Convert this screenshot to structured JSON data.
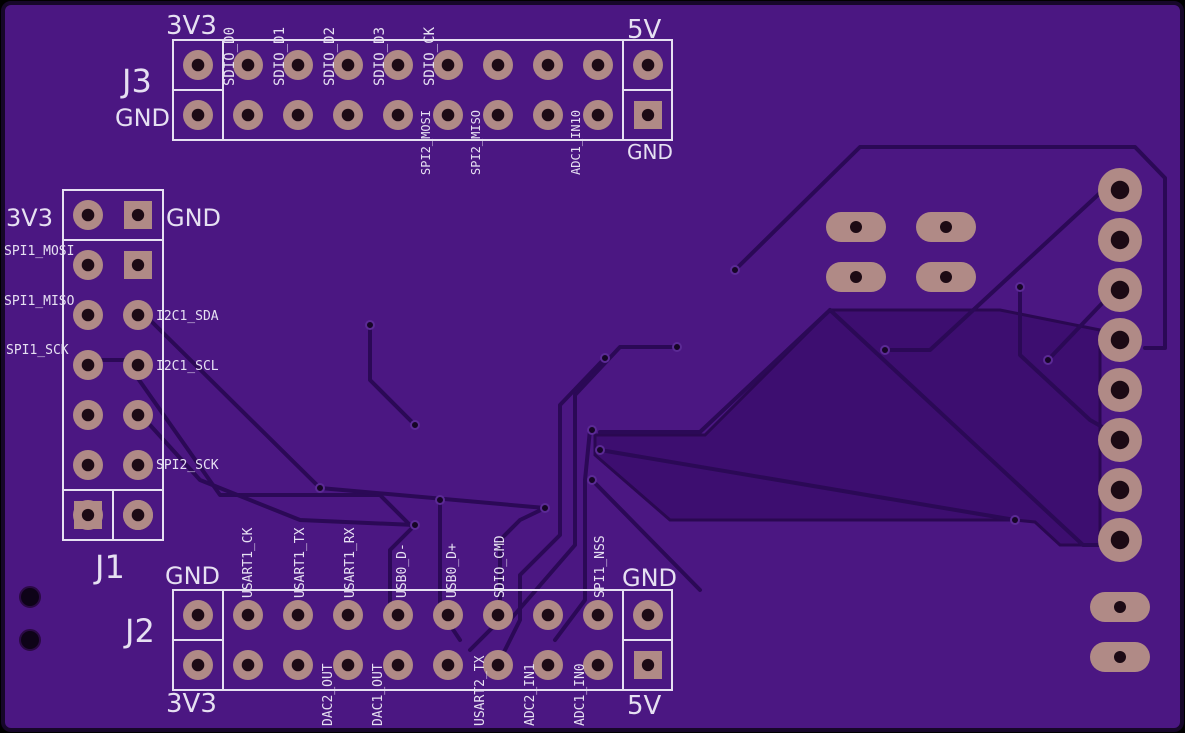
{
  "colors": {
    "board": "#4b1782",
    "copper": "#3a0d6d",
    "trace": "#2f0a5c",
    "silk": "#e6e0f2",
    "pad": "#b08a86",
    "hole": "#1c0a14"
  },
  "headers": {
    "j3": {
      "ref": "J3",
      "top_left": "3V3",
      "bottom_left": "GND",
      "top_right": "5V",
      "bottom_right": "GND",
      "top_pin_labels": [
        "SDIO_D0",
        "SDIO_D1",
        "SDIO_D2",
        "SDIO_D3",
        "SDIO_CK"
      ],
      "bottom_pin_labels": [
        "SPI2_MOSI",
        "SPI2_MISO",
        "ADC1_IN10"
      ]
    },
    "j2": {
      "ref": "J2",
      "top_left": "GND",
      "bottom_left": "3V3",
      "top_right": "GND",
      "bottom_right": "5V",
      "top_pin_labels": [
        "USART1_CK",
        "USART1_TX",
        "USART1_RX",
        "USB0_D-",
        "USB0_D+",
        "SDIO_CMD",
        "SPI1_NSS"
      ],
      "bottom_pin_labels": [
        "DAC2_OUT",
        "DAC1_OUT",
        "USART2_TX",
        "ADC2_IN1",
        "ADC1_IN0"
      ]
    },
    "j1": {
      "ref": "J1",
      "pwr_left": "3V3",
      "pwr_right": "GND",
      "left_labels": [
        "SPI1_MOSI",
        "SPI1_MISO",
        "SPI1_SCK"
      ],
      "right_labels": [
        "I2C1_SDA",
        "I2C1_SCL",
        "SPI2_SCK"
      ]
    }
  }
}
